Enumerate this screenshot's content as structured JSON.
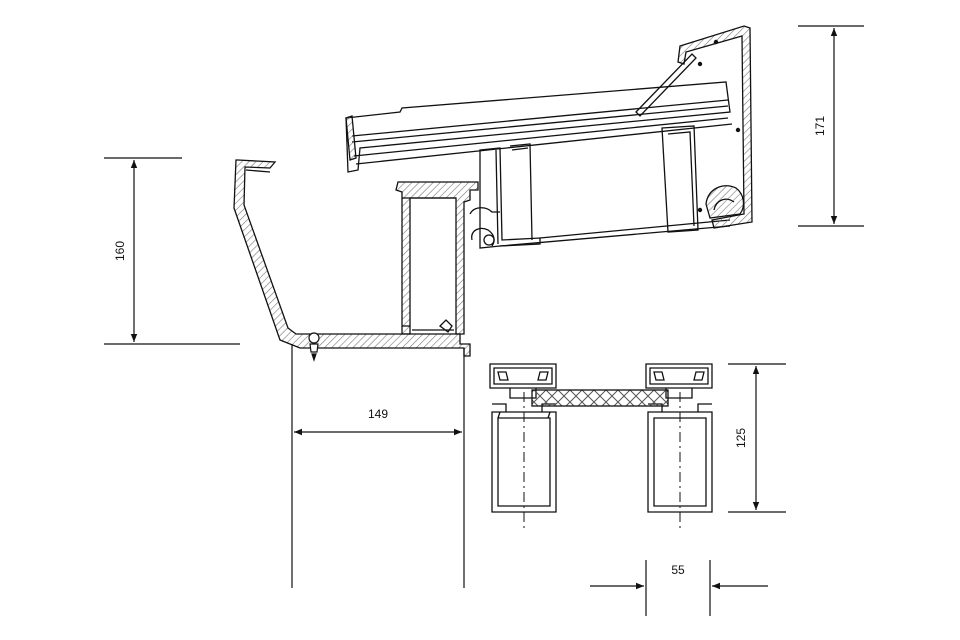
{
  "colors": {
    "line": "#111111",
    "hatch": "#777777",
    "infill": "#888888",
    "background": "#ffffff"
  },
  "dimensions": {
    "d160": "160",
    "d171": "171",
    "d149": "149",
    "d125": "125",
    "d55": "55"
  }
}
